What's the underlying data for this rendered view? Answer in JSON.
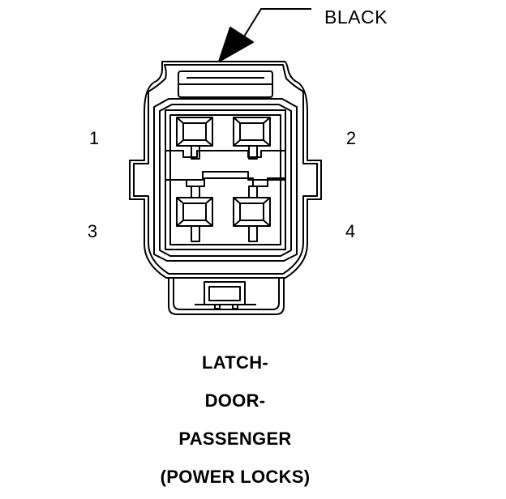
{
  "callout": {
    "label": "BLACK"
  },
  "pins": {
    "p1": "1",
    "p2": "2",
    "p3": "3",
    "p4": "4"
  },
  "caption": {
    "line1": "LATCH-",
    "line2": "DOOR-",
    "line3": "PASSENGER",
    "line4": "(POWER LOCKS)"
  },
  "colors": {
    "ink": "#000000",
    "background": "#ffffff"
  }
}
